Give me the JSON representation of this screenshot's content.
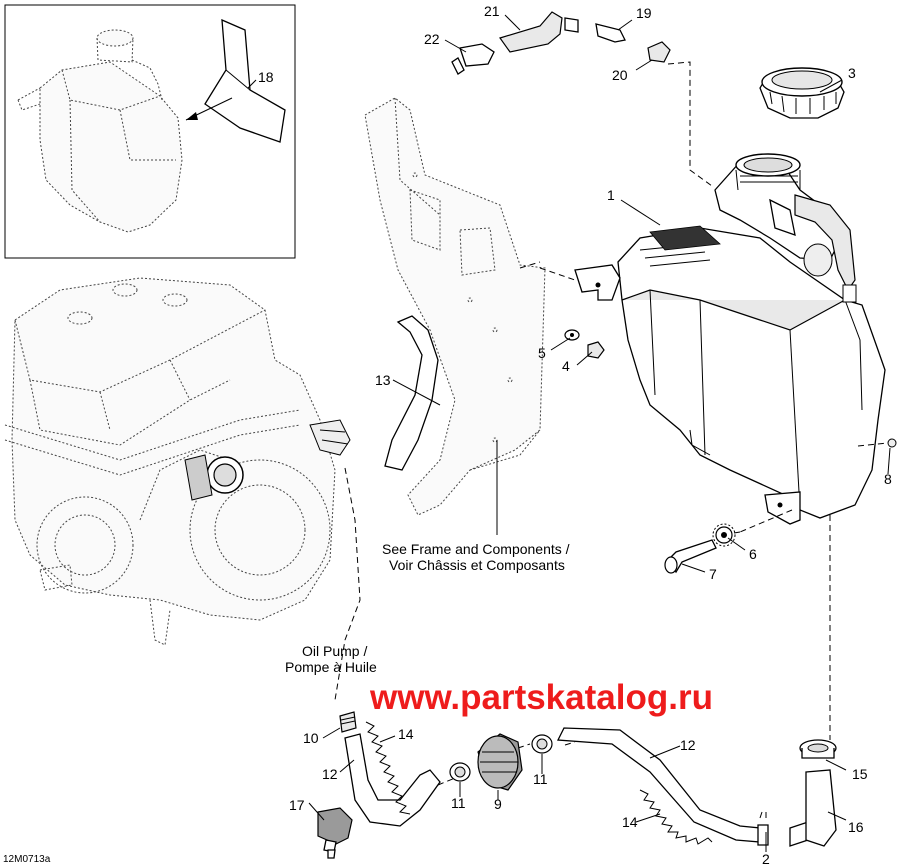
{
  "callouts": [
    "1",
    "2",
    "3",
    "4",
    "5",
    "6",
    "7",
    "8",
    "9",
    "10",
    "11",
    "11",
    "12",
    "12",
    "13",
    "14",
    "14",
    "15",
    "16",
    "17",
    "18",
    "19",
    "20",
    "21",
    "22"
  ],
  "notes": {
    "frame_line1": "See Frame and Components /",
    "frame_line2": "Voir Châssis et Composants",
    "pump_line1": "Oil Pump /",
    "pump_line2": "Pompe à Huile"
  },
  "watermark": "www.partskatalog.ru",
  "reference_code": "12M0713a",
  "colors": {
    "watermark": "#ee1c1c",
    "lines": "#000000",
    "background": "#ffffff"
  }
}
